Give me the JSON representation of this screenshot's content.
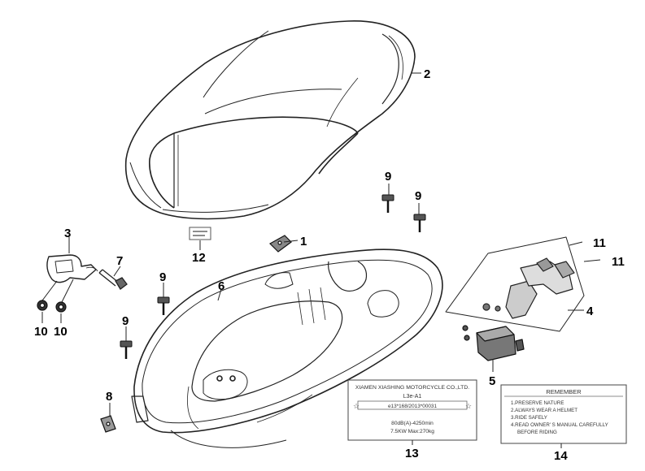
{
  "callouts": [
    "1",
    "2",
    "3",
    "4",
    "5",
    "6",
    "7",
    "8",
    "9",
    "10",
    "11",
    "12",
    "13",
    "14"
  ],
  "label_13": {
    "line1": "XIAMEN XIASHING MOTORCYCLE CO.,LTD.",
    "line2": "L3e-A1",
    "line3": "e13*168/2013*00031",
    "line4": "80dB(A)-4250min",
    "line5": "7.5KW Max:270kg"
  },
  "label_14": {
    "title": "REMEMBER",
    "line1": "1.PRESERVE NATURE",
    "line2": "2.ALWAYS WEAR A HELMET",
    "line3": "3.RIDE SAFELY",
    "line4": "4.READ OWNER' S MANUAL CAREFULLY",
    "line5": "BEFORE RIDING"
  }
}
